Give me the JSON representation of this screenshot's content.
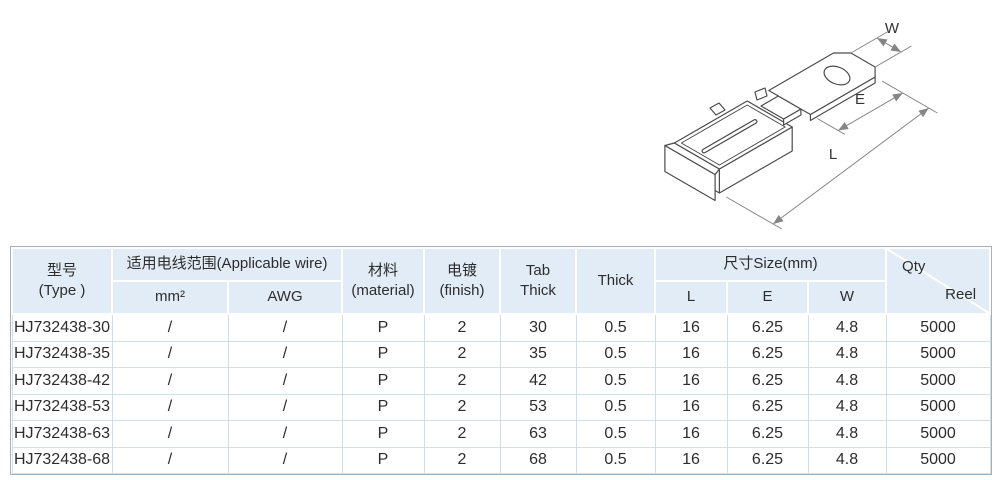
{
  "drawing": {
    "labels": {
      "w": "W",
      "e": "E",
      "l": "L"
    }
  },
  "table": {
    "headers": {
      "type_zh": "型号",
      "type_en": "(Type )",
      "applicable_wire": "适用电线范围(Applicable wire)",
      "mm2": "mm²",
      "awg": "AWG",
      "material_zh": "材料",
      "material_en": "(material)",
      "finish_zh": "电镀",
      "finish_en": "(finish)",
      "tab_thick_1": "Tab",
      "tab_thick_2": "Thick",
      "thick": "Thick",
      "size": "尺寸Size(mm)",
      "dim_l": "L",
      "dim_e": "E",
      "dim_w": "W",
      "qty": "Qty",
      "reel": "Reel"
    },
    "rows": [
      {
        "type": "HJ732438-30",
        "mm2": "/",
        "awg": "/",
        "material": "P",
        "finish": "2",
        "tab_thick": "30",
        "thick": "0.5",
        "l": "16",
        "e": "6.25",
        "w": "4.8",
        "reel": "5000"
      },
      {
        "type": "HJ732438-35",
        "mm2": "/",
        "awg": "/",
        "material": "P",
        "finish": "2",
        "tab_thick": "35",
        "thick": "0.5",
        "l": "16",
        "e": "6.25",
        "w": "4.8",
        "reel": "5000"
      },
      {
        "type": "HJ732438-42",
        "mm2": "/",
        "awg": "/",
        "material": "P",
        "finish": "2",
        "tab_thick": "42",
        "thick": "0.5",
        "l": "16",
        "e": "6.25",
        "w": "4.8",
        "reel": "5000"
      },
      {
        "type": "HJ732438-53",
        "mm2": "/",
        "awg": "/",
        "material": "P",
        "finish": "2",
        "tab_thick": "53",
        "thick": "0.5",
        "l": "16",
        "e": "6.25",
        "w": "4.8",
        "reel": "5000"
      },
      {
        "type": "HJ732438-63",
        "mm2": "/",
        "awg": "/",
        "material": "P",
        "finish": "2",
        "tab_thick": "63",
        "thick": "0.5",
        "l": "16",
        "e": "6.25",
        "w": "4.8",
        "reel": "5000"
      },
      {
        "type": "HJ732438-68",
        "mm2": "/",
        "awg": "/",
        "material": "P",
        "finish": "2",
        "tab_thick": "68",
        "thick": "0.5",
        "l": "16",
        "e": "6.25",
        "w": "4.8",
        "reel": "5000"
      }
    ]
  },
  "colors": {
    "header_bg": "#e2ecf6",
    "row_bg": "#ffffff",
    "grid_line": "#cfdeeb",
    "outer_border": "#a3b2c0",
    "text": "#2d2d2d",
    "drawing_line": "#4c4c4c",
    "dimension_line": "#858585"
  }
}
